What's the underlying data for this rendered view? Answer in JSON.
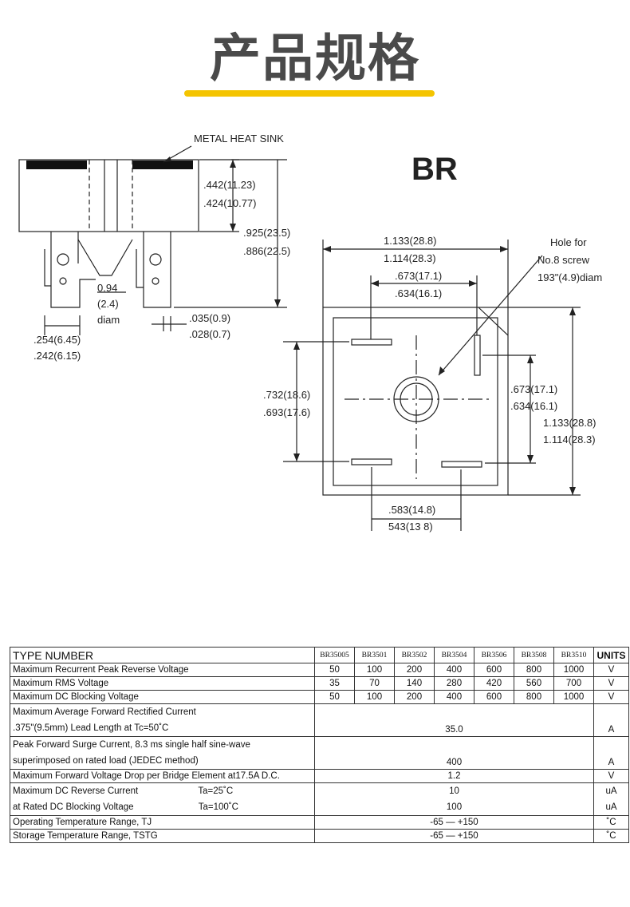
{
  "page": {
    "title": "产品规格"
  },
  "drawing": {
    "package_name": "BR",
    "side_view": {
      "heat_sink_label": "METAL HEAT SINK",
      "dim_height_1_max": ".442(11.23)",
      "dim_height_1_min": ".424(10.77)",
      "dim_height_2_max": ".925(23.5)",
      "dim_height_2_min": ".886(22.5)",
      "hole_dim_1": "0.94",
      "hole_dim_2": "(2.4)",
      "hole_dim_3": "diam",
      "lead_thk_max": ".035(0.9)",
      "lead_thk_min": ".028(0.7)",
      "lead_w_max": ".254(6.45)",
      "lead_w_min": ".242(6.15)"
    },
    "top_view": {
      "width_max": "1.133(28.8)",
      "width_min": "1.114(28.3)",
      "pin_top_max": ".673(17.1)",
      "pin_top_min": ".634(16.1)",
      "hole_label_1": "Hole for",
      "hole_label_2": "No.8 screw",
      "hole_label_3": "193\"(4.9)diam",
      "left_max": ".732(18.6)",
      "left_min": ".693(17.6)",
      "right_inner_max": ".673(17.1)",
      "right_inner_min": ".634(16.1)",
      "height_max": "1.133(28.8)",
      "height_min": "1.114(28.3)",
      "bottom_max": ".583(14.8)",
      "bottom_min": "543(13 8)"
    }
  },
  "table": {
    "type_number_label": "TYPE NUMBER",
    "models": [
      "BR35005",
      "BR3501",
      "BR3502",
      "BR3504",
      "BR3506",
      "BR3508",
      "BR3510"
    ],
    "units_label": "UNITS",
    "rows": [
      {
        "label": "Maximum Recurrent Peak Reverse Voltage",
        "values": [
          "50",
          "100",
          "200",
          "400",
          "600",
          "800",
          "1000"
        ],
        "unit": "V"
      },
      {
        "label": "Maximum RMS Voltage",
        "values": [
          "35",
          "70",
          "140",
          "280",
          "420",
          "560",
          "700"
        ],
        "unit": "V"
      },
      {
        "label": "Maximum DC Blocking Voltage",
        "values": [
          "50",
          "100",
          "200",
          "400",
          "600",
          "800",
          "1000"
        ],
        "unit": "V"
      }
    ],
    "avg_current": {
      "label_1": "Maximum Average Forward Rectified Current",
      "label_2": ".375\"(9.5mm) Lead Length at Tc=50˚C",
      "value": "35.0",
      "unit": "A"
    },
    "surge": {
      "label_1": "Peak Forward Surge Current, 8.3 ms single half sine-wave",
      "label_2": "superimposed on rated load (JEDEC method)",
      "value": "400",
      "unit": "A"
    },
    "vf": {
      "label": "Maximum Forward Voltage Drop per Bridge Element at17.5A D.C.",
      "value": "1.2",
      "unit": "V"
    },
    "ir": {
      "label_1": "Maximum DC Reverse Current",
      "cond_1": "Ta=25˚C",
      "value_1": "10",
      "unit_1": "uA",
      "label_2": "at Rated DC Blocking Voltage",
      "cond_2": "Ta=100˚C",
      "value_2": "100",
      "unit_2": "uA"
    },
    "op_temp": {
      "label": "Operating Temperature Range, TJ",
      "value": "-65 — +150",
      "unit": "˚C"
    },
    "stg_temp": {
      "label": "Storage Temperature Range, TSTG",
      "value": "-65 — +150",
      "unit": "˚C"
    }
  },
  "colors": {
    "title": "#4a4a4a",
    "accent_bar": "#f4c400",
    "line": "#222222"
  }
}
